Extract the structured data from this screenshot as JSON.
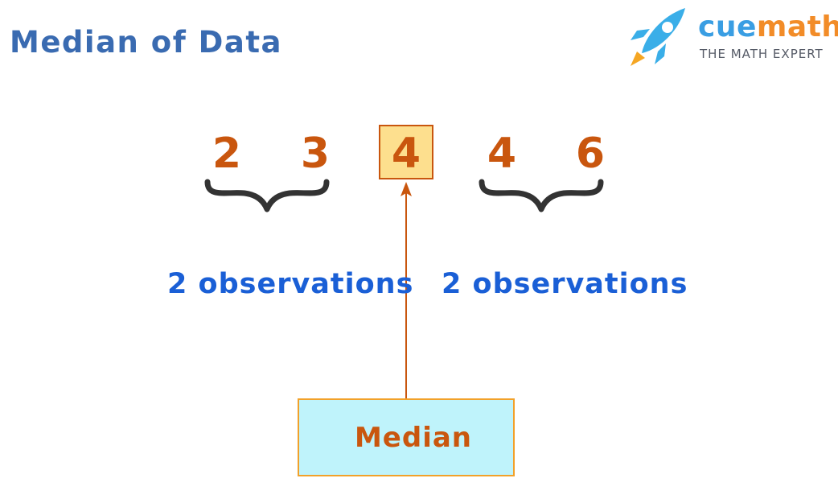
{
  "title": "Median of Data",
  "logo": {
    "brand_cue": "cue",
    "brand_math": "math",
    "tagline": "THE MATH EXPERT"
  },
  "data_values": [
    "2",
    "3",
    "4",
    "4",
    "6"
  ],
  "median_value_index": 2,
  "left_group_label": "2 observations",
  "right_group_label": "2 observations",
  "median_label": "Median",
  "colors": {
    "title": "#3a6bb1",
    "numbers": "#c9560e",
    "observations": "#1a5fd6",
    "median_box_fill": "#fddf8e",
    "median_label_fill": "#bff3fb",
    "median_label_border": "#f2a12a",
    "brace": "#333333",
    "arrow": "#c9560e"
  },
  "icons": {
    "logo": "rocket-icon"
  }
}
